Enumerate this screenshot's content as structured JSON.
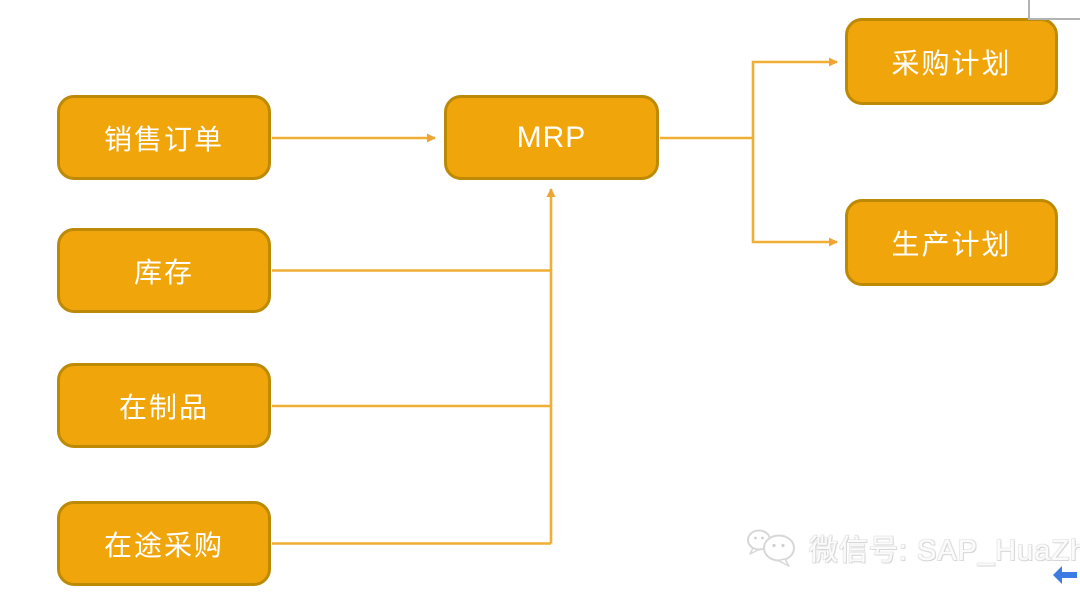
{
  "diagram": {
    "type": "flowchart",
    "description": "MRP input/output flow diagram",
    "nodes": {
      "sales_order": {
        "label": "销售订单"
      },
      "inventory": {
        "label": "库存"
      },
      "wip": {
        "label": "在制品"
      },
      "transit_purch": {
        "label": "在途采购"
      },
      "mrp": {
        "label": "MRP"
      },
      "purchase_plan": {
        "label": "采购计划"
      },
      "production_plan": {
        "label": "生产计划"
      }
    },
    "edges": [
      {
        "from": "sales_order",
        "to": "mrp"
      },
      {
        "from": "inventory",
        "to": "mrp"
      },
      {
        "from": "wip",
        "to": "mrp"
      },
      {
        "from": "transit_purch",
        "to": "mrp"
      },
      {
        "from": "mrp",
        "to": "purchase_plan"
      },
      {
        "from": "mrp",
        "to": "production_plan"
      }
    ],
    "colors": {
      "node_fill": "#F0A50A",
      "node_border": "#BD8A05",
      "connector": "#F0AE33",
      "node_text": "#FFFFFF"
    }
  },
  "watermark": {
    "icon": "wechat-icon",
    "label": "微信号: SAP_HuaZhi"
  },
  "chrome": {
    "back_arrow_color": "#3C7BE4",
    "corner_frame_color": "#B3B3B3"
  }
}
